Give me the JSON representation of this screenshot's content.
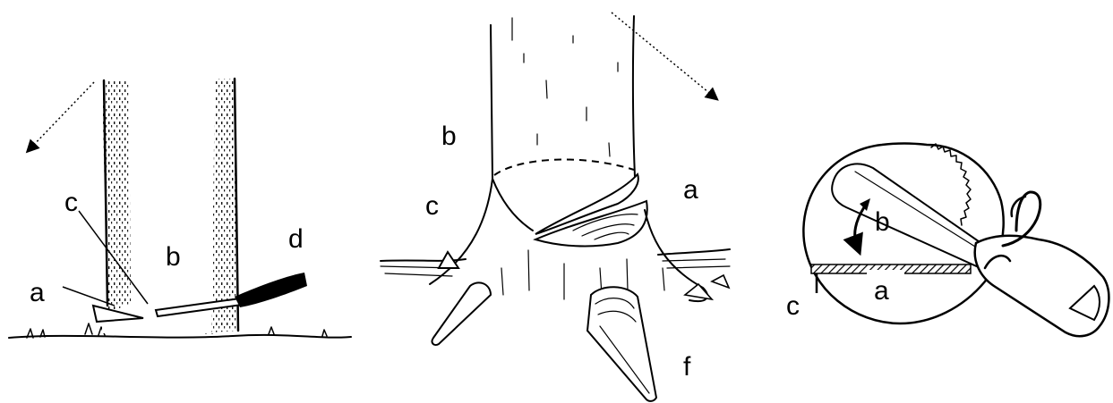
{
  "panels": [
    {
      "id": "left",
      "labels": {
        "a": "a",
        "b": "b",
        "c": "c",
        "d": "d"
      }
    },
    {
      "id": "middle",
      "labels": {
        "a": "a",
        "b": "b",
        "c": "c",
        "f": "f"
      }
    },
    {
      "id": "right",
      "labels": {
        "a": "a",
        "b": "b",
        "c": "c"
      }
    }
  ]
}
